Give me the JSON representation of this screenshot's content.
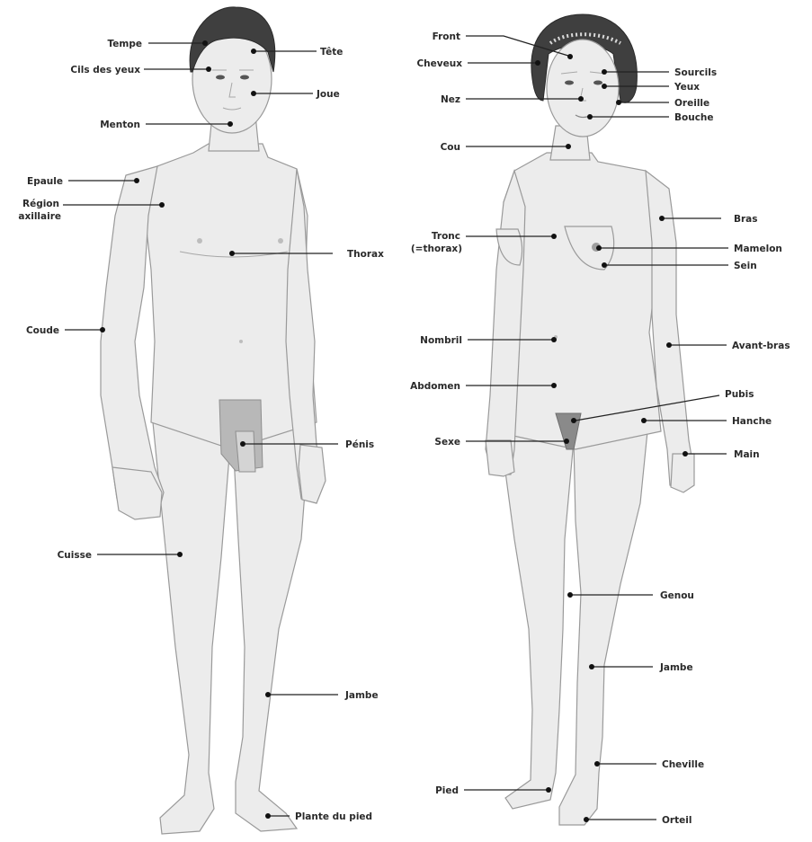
{
  "male_labels": {
    "tempe": "Tempe",
    "tete": "Tête",
    "cils": "Cils des yeux",
    "joue": "Joue",
    "menton": "Menton",
    "epaule": "Epaule",
    "region_axillaire_1": "Région",
    "region_axillaire_2": "axillaire",
    "thorax": "Thorax",
    "coude": "Coude",
    "penis": "Pénis",
    "cuisse": "Cuisse",
    "jambe": "Jambe",
    "plante": "Plante du pied"
  },
  "female_labels": {
    "front": "Front",
    "cheveux": "Cheveux",
    "sourcils": "Sourcils",
    "yeux": "Yeux",
    "oreille": "Oreille",
    "bouche": "Bouche",
    "nez": "Nez",
    "cou": "Cou",
    "bras": "Bras",
    "tronc_1": "Tronc",
    "tronc_2": "(=thorax)",
    "mamelon": "Mamelon",
    "sein": "Sein",
    "nombril": "Nombril",
    "avant_bras": "Avant-bras",
    "abdomen": "Abdomen",
    "pubis": "Pubis",
    "hanche": "Hanche",
    "sexe": "Sexe",
    "main": "Main",
    "genou": "Genou",
    "jambe": "Jambe",
    "cheville": "Cheville",
    "pied": "Pied",
    "orteil": "Orteil"
  }
}
